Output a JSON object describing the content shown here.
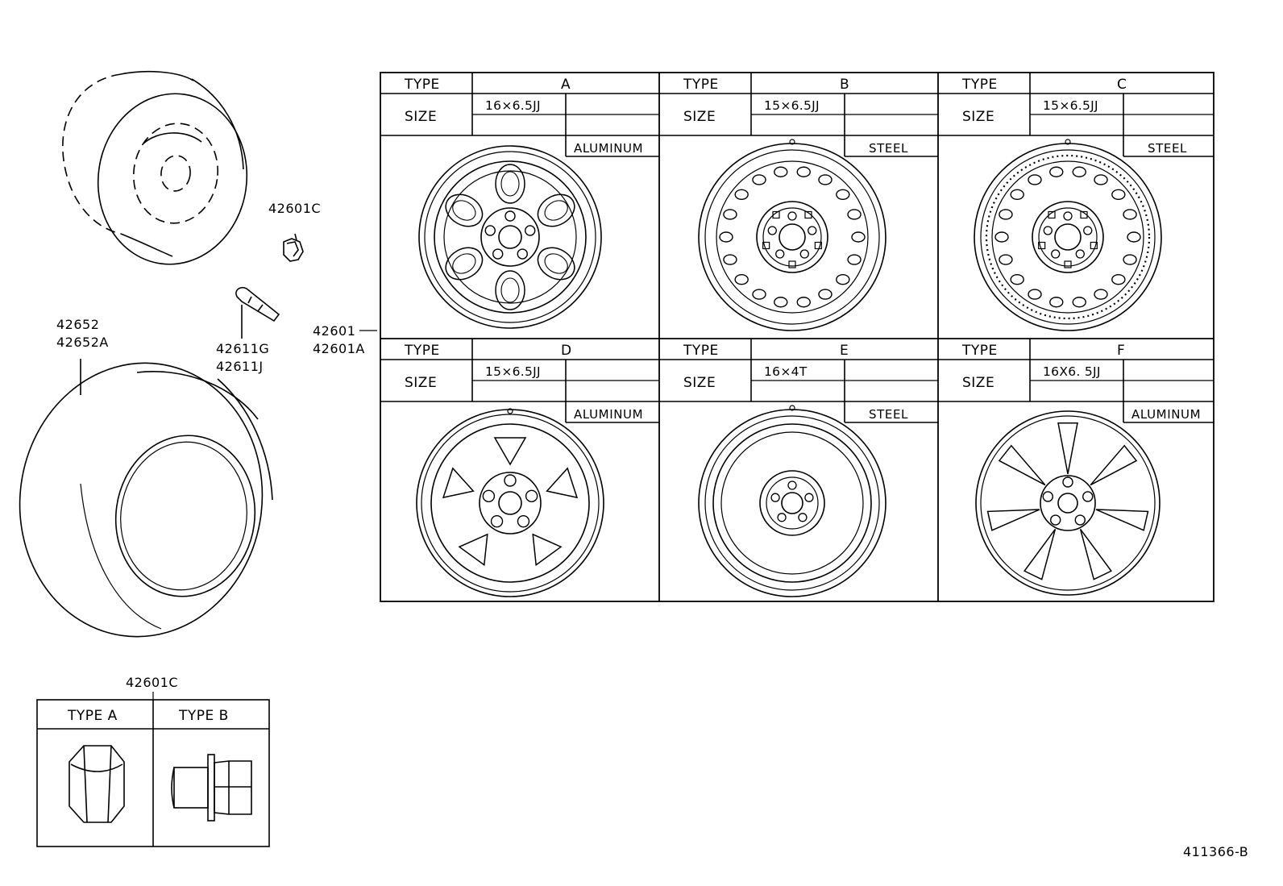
{
  "callouts": {
    "tire_part_1": "42652",
    "tire_part_2": "42652A",
    "nut_part_top": "42601C",
    "valve_part_1": "42611G",
    "valve_part_2": "42611J",
    "wheel_part_1": "42601",
    "wheel_part_2": "42601A",
    "nut_table_part": "42601C",
    "figure_id": "411366-B"
  },
  "wheel_table": {
    "type_label": "TYPE",
    "size_label": "SIZE",
    "cells": [
      {
        "type": "A",
        "size": "16×6.5JJ",
        "material": "ALUMINUM"
      },
      {
        "type": "B",
        "size": "15×6.5JJ",
        "material": "STEEL"
      },
      {
        "type": "C",
        "size": "15×6.5JJ",
        "material": "STEEL"
      },
      {
        "type": "D",
        "size": "15×6.5JJ",
        "material": "ALUMINUM"
      },
      {
        "type": "E",
        "size": "16×4T",
        "material": "STEEL"
      },
      {
        "type": "F",
        "size": "16X6. 5JJ",
        "material": "ALUMINUM"
      }
    ]
  },
  "nut_table": {
    "type_a": "TYPE  A",
    "type_b": "TYPE  B"
  }
}
